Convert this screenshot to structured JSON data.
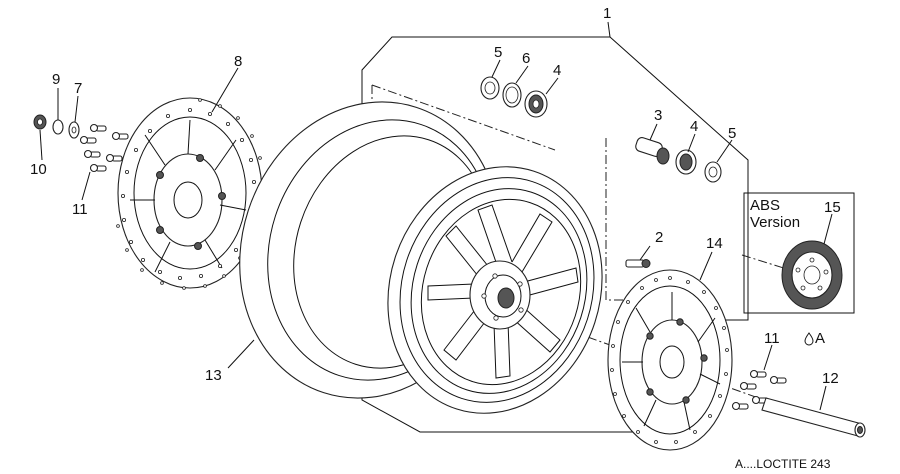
{
  "diagram": {
    "callouts": {
      "c1": "1",
      "c2": "2",
      "c3": "3",
      "c4a": "4",
      "c4b": "4",
      "c5a": "5",
      "c5b": "5",
      "c6": "6",
      "c7": "7",
      "c8": "8",
      "c9": "9",
      "c10": "10",
      "c11a": "11",
      "c11b": "11",
      "c12": "12",
      "c13": "13",
      "c14": "14",
      "c15": "15"
    },
    "abs_box": {
      "line1": "ABS",
      "line2": "Version"
    },
    "loctite_marker": "A",
    "legend": "A....LOCTITE 243",
    "colors": {
      "line": "#111111",
      "background": "#ffffff"
    }
  }
}
